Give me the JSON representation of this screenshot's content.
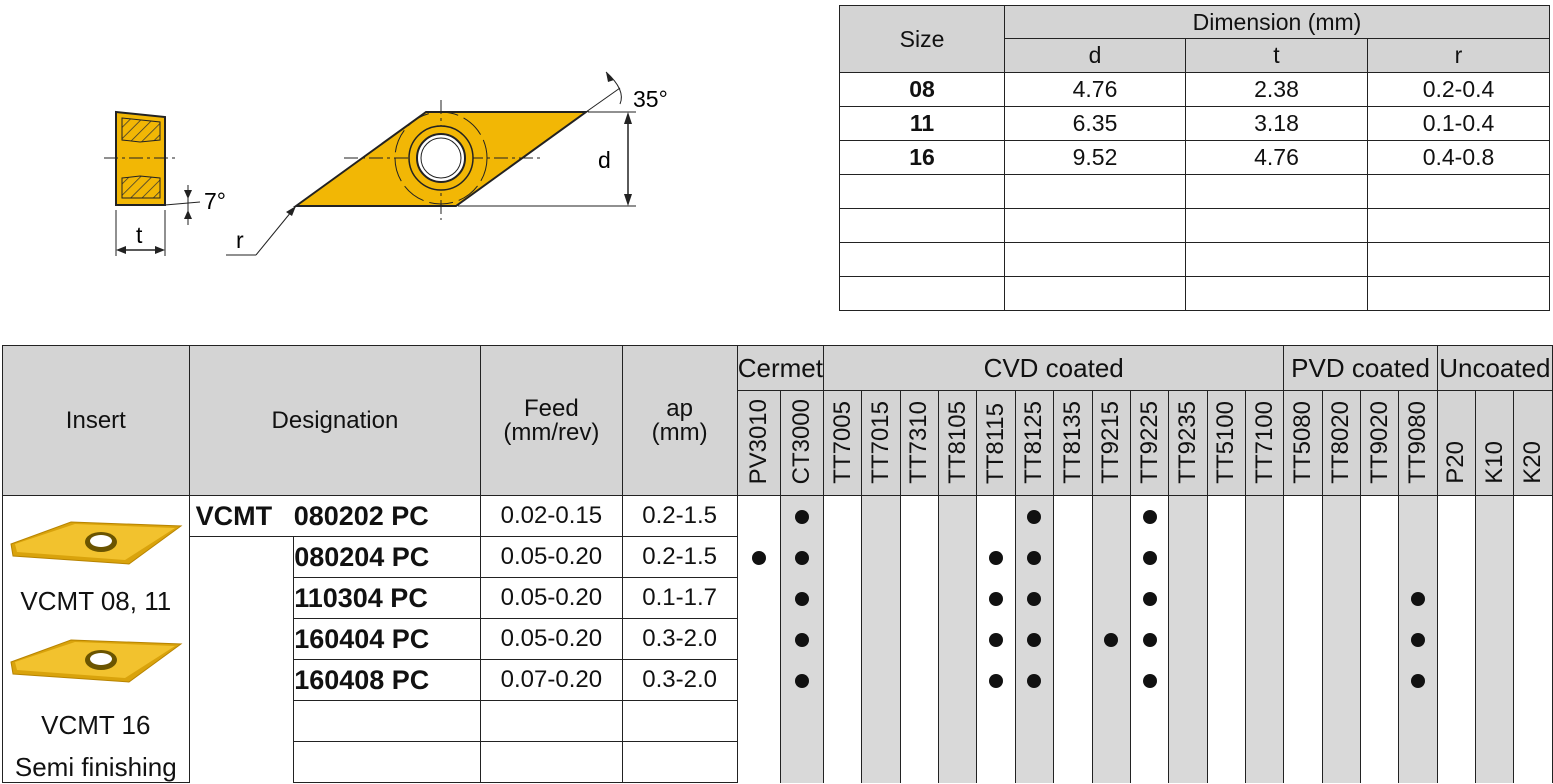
{
  "drawing": {
    "label_angle_top": "35°",
    "label_angle_side": "7°",
    "label_d": "d",
    "label_t": "t",
    "label_r": "r",
    "insert_color": "#f2b705"
  },
  "dimension_table": {
    "size_header": "Size",
    "dimension_header": "Dimension (mm)",
    "columns": [
      "d",
      "t",
      "r"
    ],
    "rows": [
      {
        "size": "08",
        "d": "4.76",
        "t": "2.38",
        "r": "0.2-0.4"
      },
      {
        "size": "11",
        "d": "6.35",
        "t": "3.18",
        "r": "0.1-0.4"
      },
      {
        "size": "16",
        "d": "9.52",
        "t": "4.76",
        "r": "0.4-0.8"
      }
    ]
  },
  "grade_table": {
    "insert_header": "Insert",
    "designation_header": "Designation",
    "feed_header_1": "Feed",
    "feed_header_2": "(mm/rev)",
    "ap_header_1": "ap",
    "ap_header_2": "(mm)",
    "groups": [
      {
        "name": "Cermet",
        "grades": [
          "PV3010",
          "CT3000"
        ]
      },
      {
        "name": "CVD coated",
        "grades": [
          "TT7005",
          "TT7015",
          "TT7310",
          "TT8105",
          "TT8115",
          "TT8125",
          "TT8135",
          "TT9215",
          "TT9225",
          "TT9235",
          "TT5100",
          "TT7100"
        ]
      },
      {
        "name": "PVD coated",
        "grades": [
          "TT5080",
          "TT8020",
          "TT9020",
          "TT9080"
        ]
      },
      {
        "name": "Uncoated",
        "grades": [
          "P20",
          "K10",
          "K20"
        ]
      }
    ],
    "family": "VCMT",
    "insert_label_1": "VCMT 08, 11",
    "insert_label_2": "VCMT 16",
    "insert_label_3": "Semi finishing",
    "rows": [
      {
        "code": "080202 PC",
        "feed": "0.02-0.15",
        "ap": "0.2-1.5",
        "marks": [
          "CT3000",
          "TT8125",
          "TT9225"
        ]
      },
      {
        "code": "080204 PC",
        "feed": "0.05-0.20",
        "ap": "0.2-1.5",
        "marks": [
          "PV3010",
          "CT3000",
          "TT8115",
          "TT8125",
          "TT9225"
        ]
      },
      {
        "code": "110304 PC",
        "feed": "0.05-0.20",
        "ap": "0.1-1.7",
        "marks": [
          "CT3000",
          "TT8115",
          "TT8125",
          "TT9225",
          "TT9080"
        ]
      },
      {
        "code": "160404 PC",
        "feed": "0.05-0.20",
        "ap": "0.3-2.0",
        "marks": [
          "CT3000",
          "TT8115",
          "TT8125",
          "TT9215",
          "TT9225",
          "TT9080"
        ]
      },
      {
        "code": "160408 PC",
        "feed": "0.07-0.20",
        "ap": "0.3-2.0",
        "marks": [
          "CT3000",
          "TT8115",
          "TT8125",
          "TT9225",
          "TT9080"
        ]
      }
    ]
  }
}
